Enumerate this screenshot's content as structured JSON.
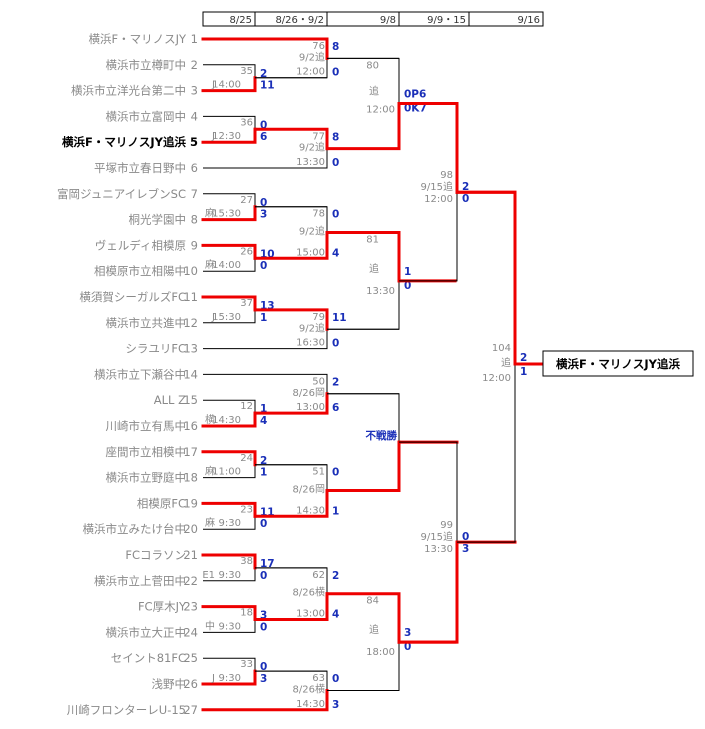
{
  "rounds": [
    "8/25",
    "8/26・9/2",
    "9/8",
    "9/9・15",
    "9/16"
  ],
  "teams": [
    {
      "name": "横浜F・マリノスJY",
      "seed": "1",
      "winner": false
    },
    {
      "name": "横浜市立樽町中",
      "seed": "2",
      "winner": false
    },
    {
      "name": "横浜市立洋光台第二中",
      "seed": "3",
      "winner": false
    },
    {
      "name": "横浜市立富岡中",
      "seed": "4",
      "winner": false
    },
    {
      "name": "横浜F・マリノスJY追浜",
      "seed": "5",
      "winner": true
    },
    {
      "name": "平塚市立春日野中",
      "seed": "6",
      "winner": false
    },
    {
      "name": "富岡ジュニアイレブンSC",
      "seed": "7",
      "winner": false
    },
    {
      "name": "桐光学園中",
      "seed": "8",
      "winner": false
    },
    {
      "name": "ヴェルディ相模原",
      "seed": "9",
      "winner": false
    },
    {
      "name": "相模原市立相陽中",
      "seed": "10",
      "winner": false
    },
    {
      "name": "横須賀シーガルズFC",
      "seed": "11",
      "winner": false
    },
    {
      "name": "横浜市立共進中",
      "seed": "12",
      "winner": false
    },
    {
      "name": "シラユリFC",
      "seed": "13",
      "winner": false
    },
    {
      "name": "横浜市立下瀬谷中",
      "seed": "14",
      "winner": false
    },
    {
      "name": "ALL Z",
      "seed": "15",
      "winner": false
    },
    {
      "name": "川崎市立有馬中",
      "seed": "16",
      "winner": false
    },
    {
      "name": "座間市立相模中",
      "seed": "17",
      "winner": false
    },
    {
      "name": "横浜市立野庭中",
      "seed": "18",
      "winner": false
    },
    {
      "name": "相模原FC",
      "seed": "19",
      "winner": false
    },
    {
      "name": "横浜市立みたけ台中",
      "seed": "20",
      "winner": false
    },
    {
      "name": "FCコラソン",
      "seed": "21",
      "winner": false
    },
    {
      "name": "横浜市立上菅田中",
      "seed": "22",
      "winner": false
    },
    {
      "name": "FC厚木JY",
      "seed": "23",
      "winner": false
    },
    {
      "name": "横浜市立大正中",
      "seed": "24",
      "winner": false
    },
    {
      "name": "セイント81FC",
      "seed": "25",
      "winner": false
    },
    {
      "name": "浅野中",
      "seed": "26",
      "winner": false
    },
    {
      "name": "川崎フロンターレU-15",
      "seed": "27",
      "winner": false
    }
  ],
  "matches": [
    {
      "no": "35",
      "venue": "J",
      "time": "14:00",
      "score_top": "2",
      "score_bottom": "11"
    },
    {
      "no": "36",
      "venue": "J",
      "time": "12:30",
      "score_top": "0",
      "score_bottom": "6"
    },
    {
      "no": "27",
      "venue": "麻",
      "time": "15:30",
      "score_top": "0",
      "score_bottom": "3"
    },
    {
      "no": "26",
      "venue": "麻",
      "time": "14:00",
      "score_top": "10",
      "score_bottom": "0"
    },
    {
      "no": "37",
      "venue": "J",
      "time": "15:30",
      "score_top": "13",
      "score_bottom": "1"
    },
    {
      "no": "12",
      "venue": "横",
      "time": "14:30",
      "score_top": "1",
      "score_bottom": "4"
    },
    {
      "no": "24",
      "venue": "麻",
      "time": "11:00",
      "score_top": "2",
      "score_bottom": "1"
    },
    {
      "no": "23",
      "venue": "麻",
      "time": "9:30",
      "score_top": "11",
      "score_bottom": "0"
    },
    {
      "no": "38",
      "venue": "E1",
      "time": "9:30",
      "score_top": "17",
      "score_bottom": "0"
    },
    {
      "no": "18",
      "venue": "中",
      "time": "9:30",
      "score_top": "3",
      "score_bottom": "0"
    },
    {
      "no": "33",
      "venue": "J",
      "time": "9:30",
      "score_top": "0",
      "score_bottom": "3"
    },
    {
      "no": "76",
      "date": "9/2追",
      "time": "12:00",
      "score_top": "8",
      "score_bottom": "0"
    },
    {
      "no": "77",
      "date": "9/2追",
      "time": "13:30",
      "score_top": "8",
      "score_bottom": "0"
    },
    {
      "no": "78",
      "date": "9/2追",
      "time": "15:00",
      "score_top": "0",
      "score_bottom": "4"
    },
    {
      "no": "79",
      "date": "9/2追",
      "time": "16:30",
      "score_top": "11",
      "score_bottom": "0"
    },
    {
      "no": "50",
      "date": "8/26岡",
      "time": "13:00",
      "score_top": "2",
      "score_bottom": "6"
    },
    {
      "no": "51",
      "date": "8/26岡",
      "time": "14:30",
      "score_top": "0",
      "score_bottom": "1"
    },
    {
      "no": "62",
      "date": "8/26横",
      "time": "13:00",
      "score_top": "2",
      "score_bottom": "4"
    },
    {
      "no": "63",
      "date": "8/26横",
      "time": "14:30",
      "score_top": "0",
      "score_bottom": "3"
    },
    {
      "no": "80",
      "date": "追",
      "time": "12:00",
      "score_top": "0P6",
      "score_bottom": "0K7"
    },
    {
      "no": "81",
      "date": "追",
      "time": "13:30",
      "score_top": "1",
      "score_bottom": "0"
    },
    {
      "no": "",
      "date": "",
      "time": "",
      "score_top": "不戦勝",
      "score_bottom": ""
    },
    {
      "no": "84",
      "date": "追",
      "time": "18:00",
      "score_top": "3",
      "score_bottom": "0"
    },
    {
      "no": "98",
      "date": "9/15追",
      "time": "12:00",
      "score_top": "2",
      "score_bottom": "0"
    },
    {
      "no": "99",
      "date": "9/15追",
      "time": "13:30",
      "score_top": "0",
      "score_bottom": "3"
    },
    {
      "no": "104",
      "date": "追",
      "time": "12:00",
      "score_top": "2",
      "score_bottom": "1"
    }
  ],
  "champion": "横浜F・マリノスJY追浜"
}
